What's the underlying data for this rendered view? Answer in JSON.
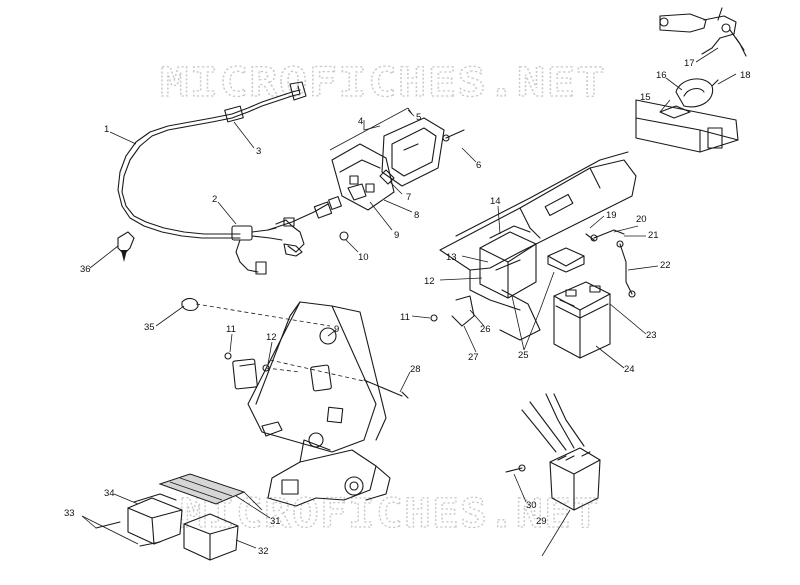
{
  "watermarks": [
    "MICROFICHES.NET",
    "MICROFICHES.NET"
  ],
  "callouts": [
    "1",
    "2",
    "3",
    "4",
    "5",
    "6",
    "7",
    "8",
    "9",
    "10",
    "11",
    "12",
    "13",
    "14",
    "15",
    "16",
    "17",
    "18",
    "19",
    "20",
    "21",
    "22",
    "23",
    "24",
    "25",
    "26",
    "27",
    "28",
    "29",
    "30",
    "31",
    "32",
    "33",
    "34",
    "35",
    "36",
    "11",
    "12",
    "11",
    "12",
    "9"
  ]
}
